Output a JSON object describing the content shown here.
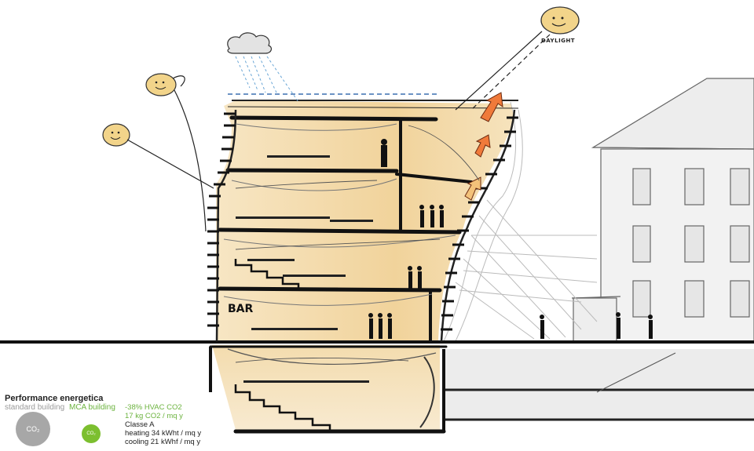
{
  "labels": {
    "daylight": "DAYLIGHT",
    "bar": "BAR"
  },
  "legend": {
    "title": "Performance energetica",
    "standard_label": "standard building",
    "mca_label": "MCA building",
    "co2_symbol": "CO₂",
    "stats": [
      {
        "text": "-38% HVAC CO2",
        "tone": "green"
      },
      {
        "text": "17 kg CO2 / mq y",
        "tone": "green"
      },
      {
        "text": "Classe A",
        "tone": "dark"
      },
      {
        "text": "heating 34 kWht / mq y",
        "tone": "dark"
      },
      {
        "text": "cooling 21 kWhf / mq y",
        "tone": "dark"
      }
    ]
  },
  "colors": {
    "standard_circle": "#a7a7a7",
    "mca_circle": "#7cbf2f",
    "interior_warm": "#f2d8a6",
    "heat_arrow": "#f07a3a"
  }
}
